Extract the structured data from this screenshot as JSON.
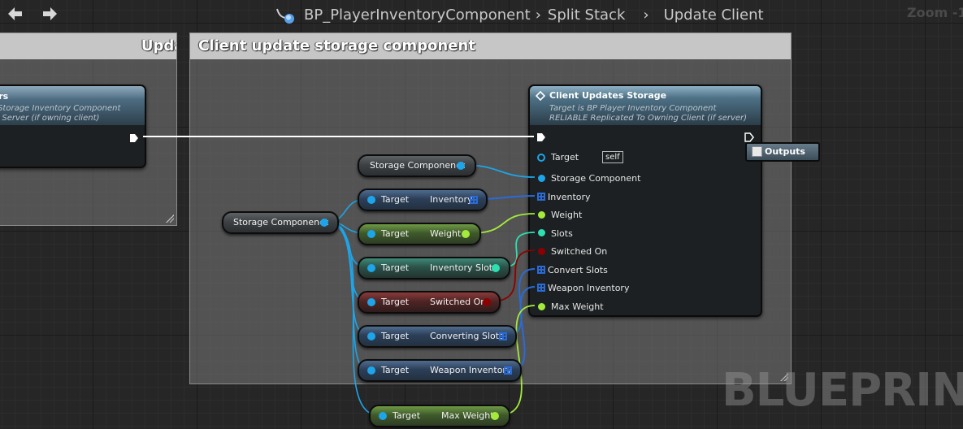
{
  "breadcrumb": {
    "blueprint": "BP_PlayerInventoryComponent",
    "graph": "Split Stack",
    "function": "Update Client"
  },
  "zoom_label": "Zoom -1",
  "comments": {
    "left_title": "Update storage component",
    "main_title": "Client update storage component"
  },
  "left_node": {
    "title": "Update Players",
    "subtitle_1": "Target is Storage Inventory Component",
    "subtitle_2": "Replicated To Server (if owning client)"
  },
  "main_node": {
    "title": "Client Updates Storage",
    "subtitle_1": "Target is BP Player Inventory Component",
    "subtitle_2": "RELIABLE Replicated To Owning Client (if server)",
    "target_label": "Target",
    "target_default": "self",
    "pins": [
      "Storage Component",
      "Inventory",
      "Weight",
      "Slots",
      "Switched On",
      "Convert Slots",
      "Weapon Inventory",
      "Max Weight"
    ]
  },
  "outputs_label": "Outputs",
  "vars": {
    "storage_top": "Storage Componenet",
    "storage_left": "Storage Componenet"
  },
  "getters": [
    {
      "target": "Target",
      "value": "Inventory"
    },
    {
      "target": "Target",
      "value": "Weight"
    },
    {
      "target": "Target",
      "value": "Inventory Slots"
    },
    {
      "target": "Target",
      "value": "Switched On"
    },
    {
      "target": "Target",
      "value": "Converting Slots"
    },
    {
      "target": "Target",
      "value": "Weapon Inventory"
    },
    {
      "target": "Target",
      "value": "Max Weight"
    }
  ],
  "colors": {
    "object_pin": "#1ea4e8",
    "array_pin": "#2a6bd6",
    "float_pin": "#a4ea3c",
    "int_pin": "#2ee0b0",
    "bool_pin": "#8c0000",
    "exec_wire": "#ffffff"
  },
  "watermark": "BLUEPRINT"
}
